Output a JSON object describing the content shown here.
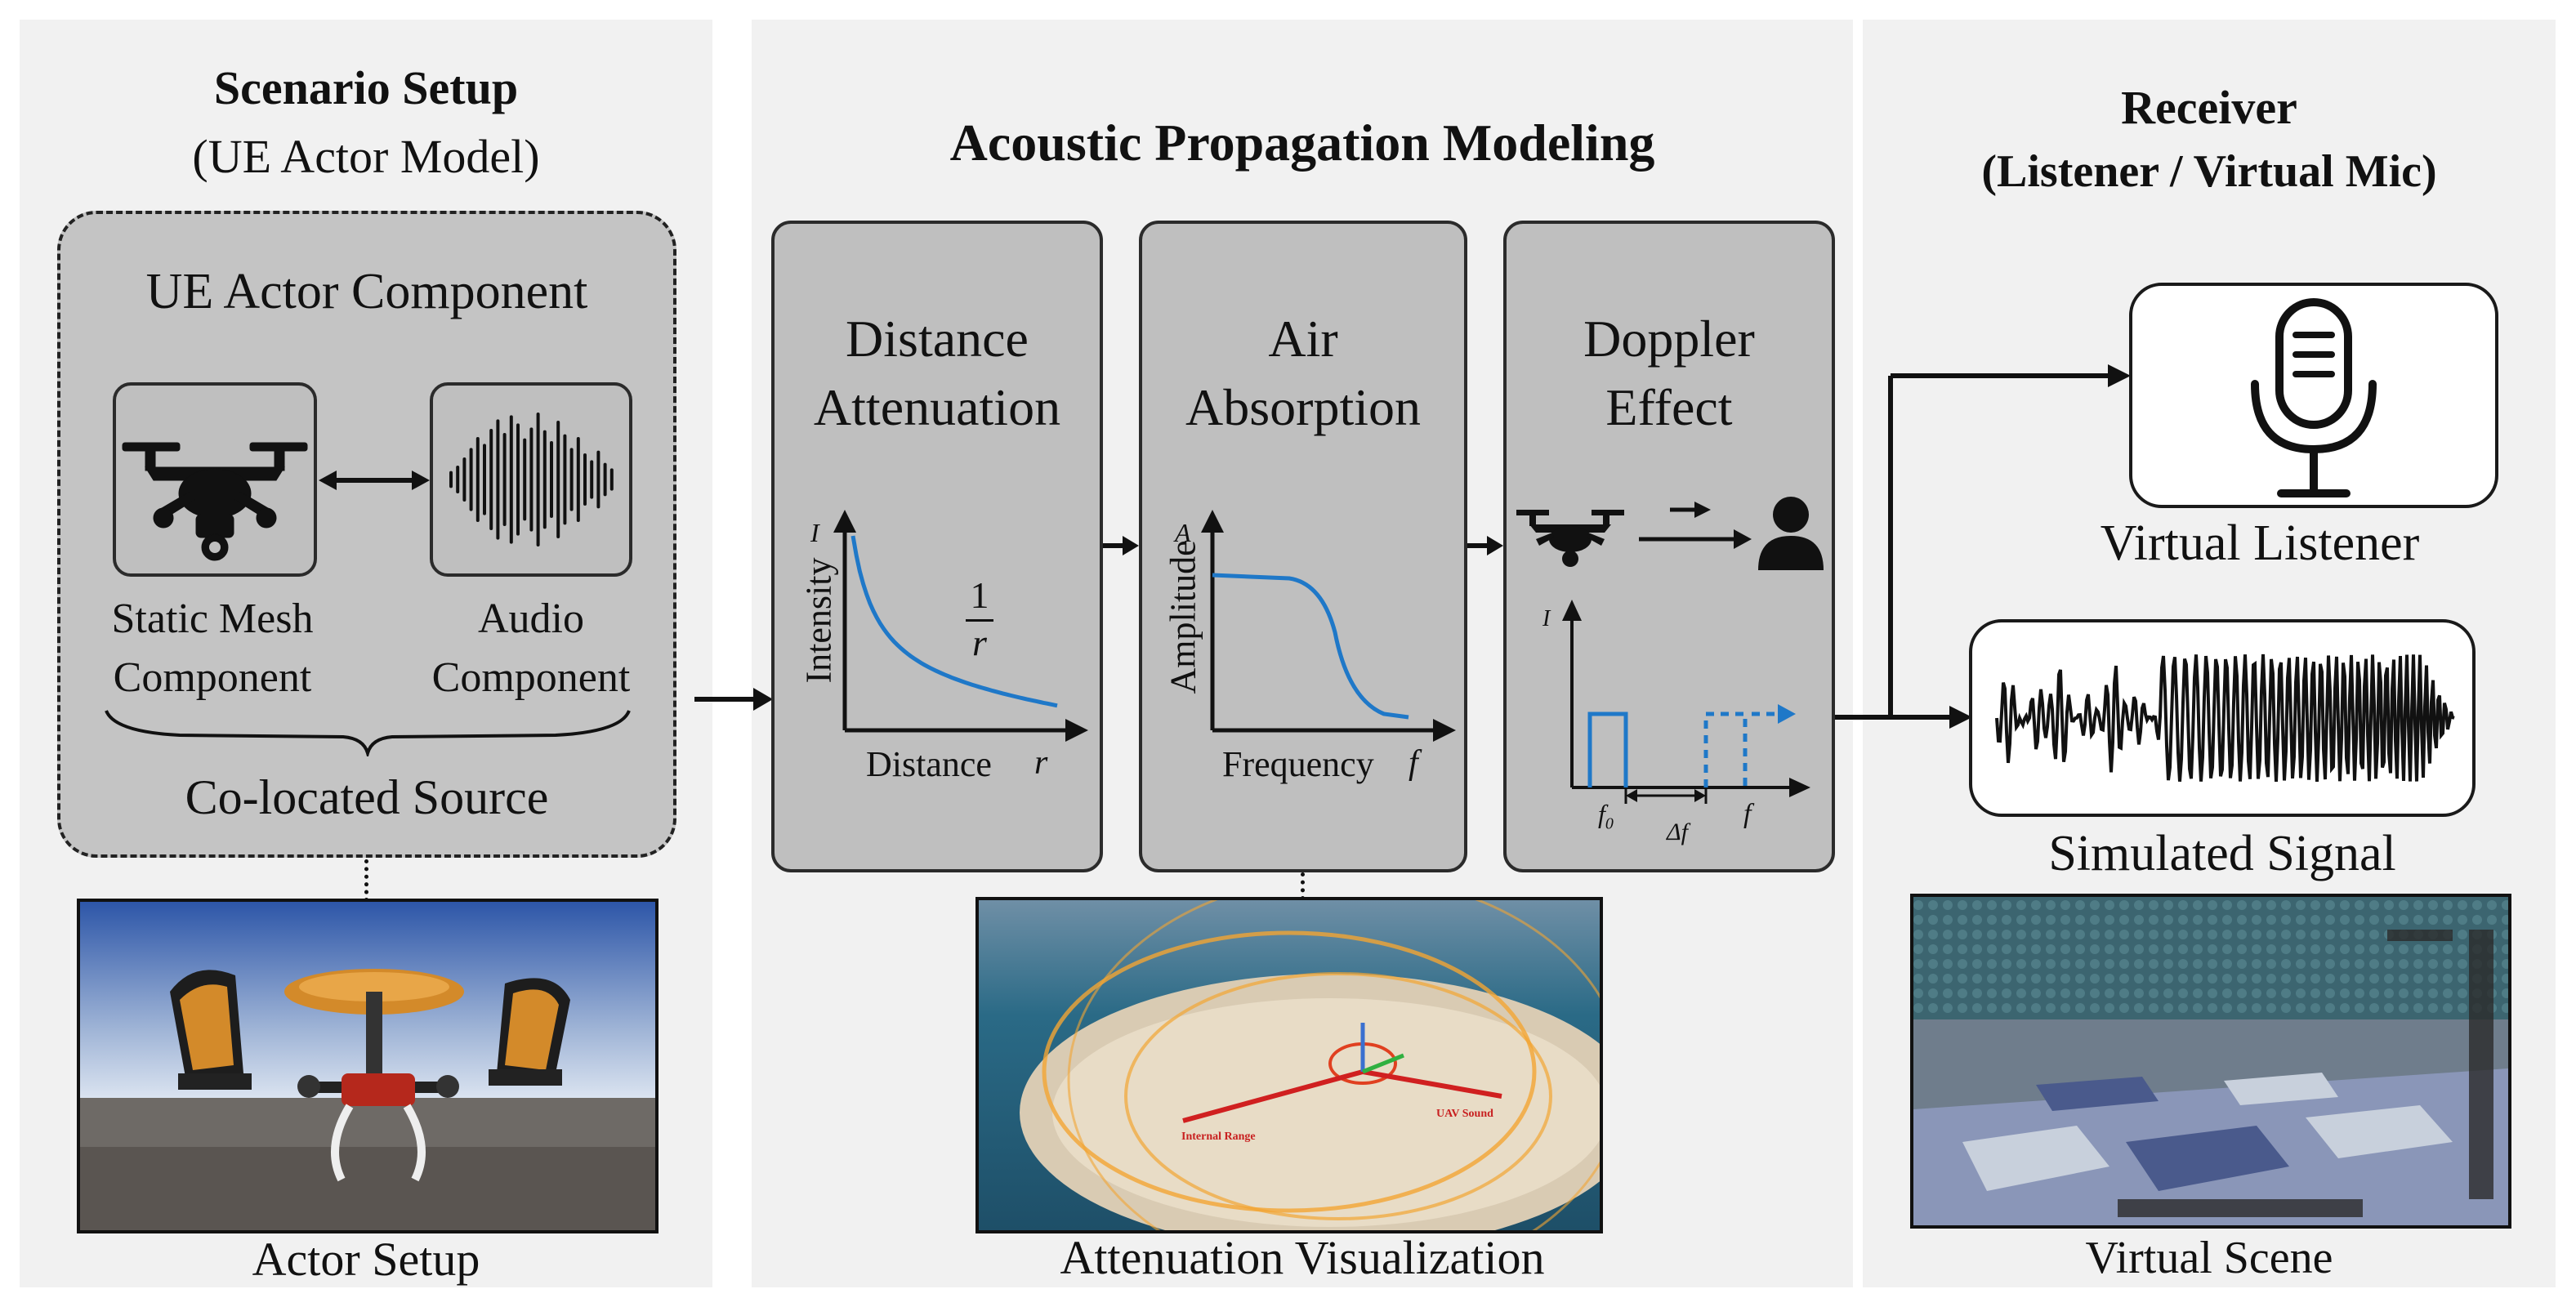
{
  "left": {
    "title": "Scenario Setup",
    "subtitle": "(UE Actor Model)",
    "component_title": "UE Actor Component",
    "static_mesh_label_1": "Static Mesh",
    "static_mesh_label_2": "Component",
    "audio_label_1": "Audio",
    "audio_label_2": "Component",
    "colocated": "Co-located Source",
    "photo_caption": "Actor Setup"
  },
  "middle": {
    "title": "Acoustic Propagation Modeling",
    "distance": {
      "title_1": "Distance",
      "title_2": "Attenuation",
      "y_axis_symbol": "I",
      "y_axis_label": "Intensity",
      "x_axis_label": "Distance",
      "x_axis_symbol": "r",
      "formula_num": "1",
      "formula_den": "r"
    },
    "air": {
      "title_1": "Air",
      "title_2": "Absorption",
      "y_axis_symbol": "A",
      "y_axis_label": "Amplitude",
      "x_axis_label": "Frequency",
      "x_axis_symbol": "f"
    },
    "doppler": {
      "title_1": "Doppler",
      "title_2": "Effect",
      "y_axis_symbol": "I",
      "f0_label": "f",
      "f0_sub": "0",
      "delta_label": "Δf",
      "x_axis_symbol": "f"
    },
    "photo_caption": "Attenuation Visualization",
    "photo_label_left": "Internal Range",
    "photo_label_right": "UAV Sound"
  },
  "right": {
    "title": "Receiver",
    "subtitle": "(Listener / Virtual Mic)",
    "listener_caption": "Virtual Listener",
    "signal_caption": "Simulated Signal",
    "scene_caption": "Virtual Scene"
  },
  "colors": {
    "panel": "#f1f1f1",
    "box": "#bfbfbf",
    "curve_blue": "#1f78c8"
  }
}
